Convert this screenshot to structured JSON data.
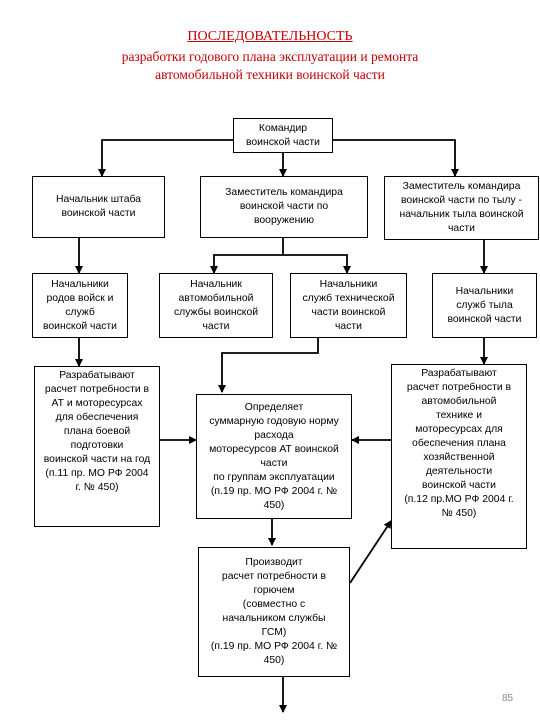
{
  "title": {
    "line1": "ПОСЛЕДОВАТЕЛЬНОСТЬ",
    "line2": "разработки годового плана эксплуатации и ремонта",
    "line3": "автомобильной техники воинской части"
  },
  "boxes": {
    "commander": "Командир\nвоинской части",
    "chief_of_staff": "Начальник штаба\nвоинской части",
    "deputy_armament": "Заместитель командира\nвоинской части по\nвооружению",
    "deputy_rear": "Заместитель командира\nвоинской части по тылу -\nначальник тыла воинской\nчасти",
    "branch_chiefs": "Начальники\nродов войск и\nслужб\nвоинской части",
    "auto_service_chief": "Начальник\nавтомобильной\nслужбы воинской\nчасти",
    "tech_service_chiefs": "Начальники\nслужб технической\nчасти воинской\nчасти",
    "rear_service_chiefs": "Начальники\nслужб тыла\nвоинской части",
    "develop_left": "Разрабатывают\nрасчет потребности в\nАТ и моторесурсах\nдля обеспечения\nплана боевой\nподготовки\nвоинской части на год\n(п.11 пр. МО РФ 2004\nг. № 450)",
    "determines": "Определяет\nсуммарную годовую норму\nрасхода\nмоторесурсов АТ воинской\nчасти\nпо группам эксплуатации\n(п.19 пр. МО РФ 2004 г. №\n450)",
    "develop_right": "Разрабатывают\nрасчет потребности в\nавтомобильной\nтехнике и\nмоторесурсах для\nобеспечения плана\nхозяйственной\nдеятельности\nвоинской части\n(п.12 пр.МО РФ 2004 г.\n№ 450)",
    "fuel_calc": "Производит\nрасчет потребности в\nгорючем\n(совместно с\nначальником службы\nГСМ)\n(п.19 пр. МО РФ 2004 г. №\n450)"
  },
  "page_number": "85"
}
